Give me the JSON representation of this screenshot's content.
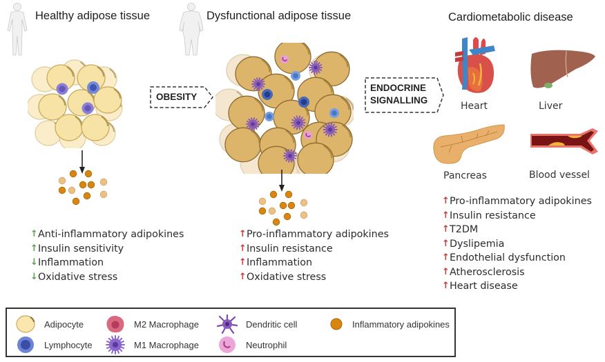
{
  "panels": {
    "healthy": {
      "title": "Healthy adipose tissue",
      "effects": [
        {
          "arrow": "up",
          "color": "#5aa24a",
          "text": "Anti-inflammatory adipokines"
        },
        {
          "arrow": "up",
          "color": "#5aa24a",
          "text": "Insulin sensitivity"
        },
        {
          "arrow": "down",
          "color": "#5aa24a",
          "text": "Inflammation"
        },
        {
          "arrow": "down",
          "color": "#5aa24a",
          "text": "Oxidative stress"
        }
      ]
    },
    "dysfunctional": {
      "title": "Dysfunctional adipose tissue",
      "effects": [
        {
          "arrow": "up",
          "color": "#c53a3a",
          "text": "Pro-inflammatory adipokines"
        },
        {
          "arrow": "up",
          "color": "#c53a3a",
          "text": "Insulin resistance"
        },
        {
          "arrow": "up",
          "color": "#c53a3a",
          "text": "Inflammation"
        },
        {
          "arrow": "up",
          "color": "#c53a3a",
          "text": "Oxidative stress"
        }
      ]
    },
    "cardiometabolic": {
      "title": "Cardiometabolic disease",
      "organs": [
        {
          "name": "Heart",
          "icon": "heart-icon"
        },
        {
          "name": "Liver",
          "icon": "liver-icon"
        },
        {
          "name": "Pancreas",
          "icon": "pancreas-icon"
        },
        {
          "name": "Blood vessel",
          "icon": "blood-vessel-icon"
        }
      ],
      "effects": [
        {
          "arrow": "up",
          "color": "#c53a3a",
          "text": "Pro-inflammatory adipokines"
        },
        {
          "arrow": "up",
          "color": "#c53a3a",
          "text": "Insulin resistance"
        },
        {
          "arrow": "up",
          "color": "#c53a3a",
          "text": "T2DM"
        },
        {
          "arrow": "up",
          "color": "#c53a3a",
          "text": "Dyslipemia"
        },
        {
          "arrow": "up",
          "color": "#c53a3a",
          "text": "Endothelial dysfunction"
        },
        {
          "arrow": "up",
          "color": "#c53a3a",
          "text": "Atherosclerosis"
        },
        {
          "arrow": "up",
          "color": "#c53a3a",
          "text": "Heart disease"
        }
      ]
    }
  },
  "transitions": {
    "obesity": "OBESITY",
    "endocrine_line1": "ENDOCRINE",
    "endocrine_line2": "SIGNALLING"
  },
  "arrow_glyphs": {
    "up": "↑",
    "down": "↓"
  },
  "legend": [
    {
      "label": "Adipocyte",
      "icon": "adipocyte-icon"
    },
    {
      "label": "Lymphocyte",
      "icon": "lymphocyte-icon"
    },
    {
      "label": "M2 Macrophage",
      "icon": "m2-macrophage-icon"
    },
    {
      "label": "M1 Macrophage",
      "icon": "m1-macrophage-icon"
    },
    {
      "label": "Dendritic cell",
      "icon": "dendritic-cell-icon"
    },
    {
      "label": "Neutrophil",
      "icon": "neutrophil-icon"
    },
    {
      "label": "Inflammatory adipokines",
      "icon": "adipokine-icon"
    }
  ],
  "colors": {
    "adipocyte_healthy": "#f8e3a6",
    "adipocyte_dysfunctional": "#dcb56a",
    "adipokine": "#d8860f",
    "adipokine_light": "#ecc184",
    "lymphocyte": "#5a6fc4",
    "m1_macrophage": "#8a5cb4",
    "neutrophil": "#e6a2d4",
    "green_arrow": "#5aa24a",
    "red_arrow": "#c53a3a"
  }
}
